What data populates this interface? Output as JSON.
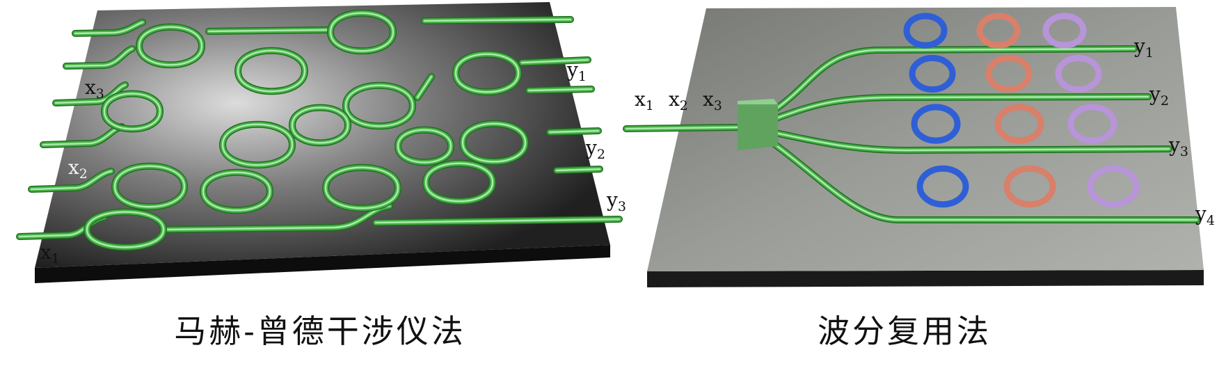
{
  "mzi_panel": {
    "caption": "马赫-曾德干涉仪法",
    "input_labels": [
      {
        "base": "x",
        "sub": "1"
      },
      {
        "base": "x",
        "sub": "2"
      },
      {
        "base": "x",
        "sub": "3"
      }
    ],
    "output_labels": [
      {
        "base": "y",
        "sub": "1"
      },
      {
        "base": "y",
        "sub": "2"
      },
      {
        "base": "y",
        "sub": "3"
      }
    ],
    "colors": {
      "chip_top": "#3a3a3a",
      "chip_glow": "#d9d9d9",
      "waveguide": "#49b049"
    }
  },
  "wdm_panel": {
    "caption": "波分复用法",
    "input_labels": [
      {
        "base": "x",
        "sub": "1"
      },
      {
        "base": "x",
        "sub": "2"
      },
      {
        "base": "x",
        "sub": "3"
      }
    ],
    "output_labels": [
      {
        "base": "y",
        "sub": "1"
      },
      {
        "base": "y",
        "sub": "2"
      },
      {
        "base": "y",
        "sub": "3"
      },
      {
        "base": "y",
        "sub": "4"
      }
    ],
    "ring_colors": [
      "#2f5fd6",
      "#d8806a",
      "#b894d8"
    ],
    "colors": {
      "chip_top": "#8a8c88",
      "waveguide": "#49b049"
    }
  }
}
